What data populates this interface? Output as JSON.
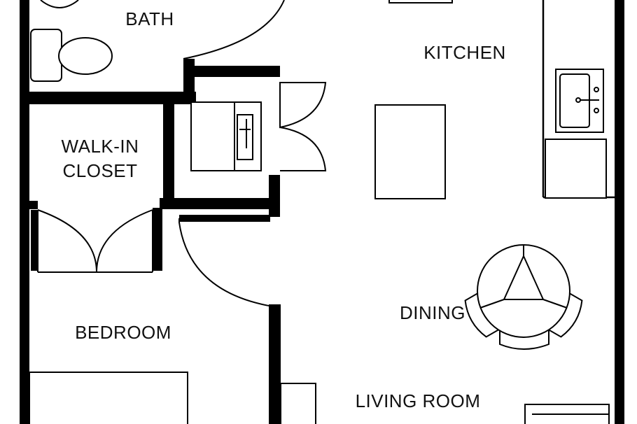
{
  "rooms": {
    "bath": "BATH",
    "kitchen": "KITCHEN",
    "walk_in_closet_line1": "WALK-IN",
    "walk_in_closet_line2": "CLOSET",
    "dining": "DINING",
    "bedroom": "BEDROOM",
    "living_room": "LIVING ROOM"
  }
}
